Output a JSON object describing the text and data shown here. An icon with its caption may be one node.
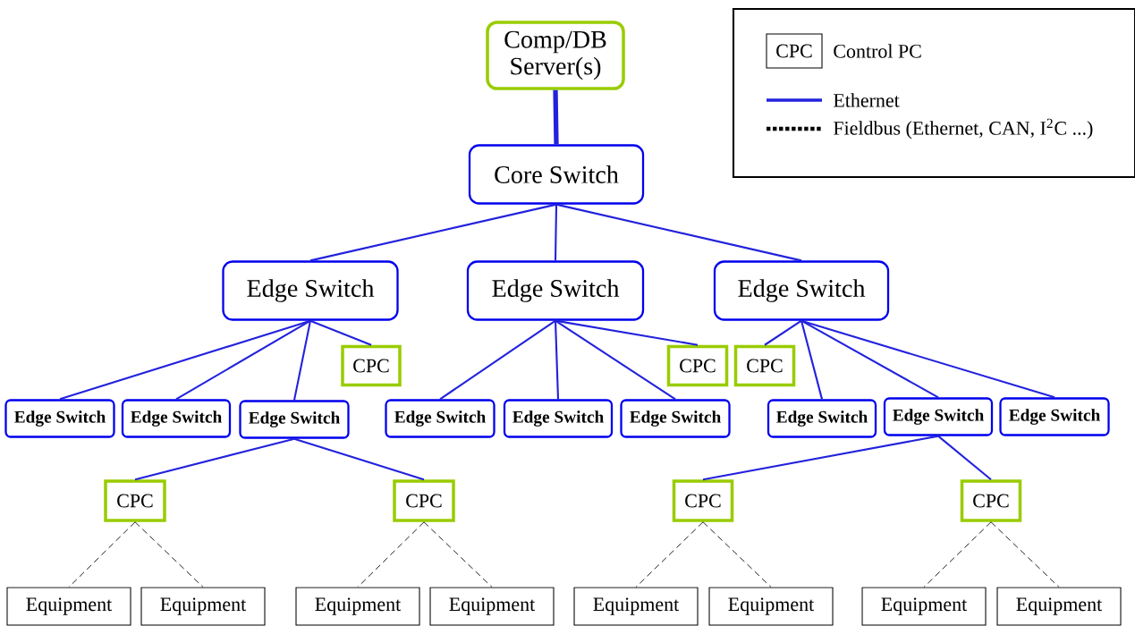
{
  "diagram": {
    "nodes": [
      {
        "text": [
          "Comp/DB Server(s)"
        ]
      },
      {
        "text": [
          "Core Switch"
        ]
      },
      {
        "text": [
          "Edge Switch"
        ]
      },
      {
        "text": [
          "Edge Switch"
        ]
      },
      {
        "text": [
          "Edge Switch"
        ]
      },
      {
        "text": [
          "CPC"
        ]
      },
      {
        "text": [
          "Edge Switch"
        ]
      },
      {
        "text": [
          "Edge Switch"
        ]
      },
      {
        "text": [
          "Edge Switch"
        ]
      },
      {
        "text": [
          "CPC"
        ]
      },
      {
        "text": [
          "Edge Switch"
        ]
      },
      {
        "text": [
          "Edge Switch"
        ]
      },
      {
        "text": [
          "Edge Switch"
        ]
      },
      {
        "text": [
          "CPC"
        ]
      },
      {
        "text": [
          "Edge Switch"
        ]
      },
      {
        "text": [
          "Edge Switch"
        ]
      },
      {
        "text": [
          "Edge Switch"
        ]
      },
      {
        "text": [
          "CPC"
        ]
      },
      {
        "text": [
          "CPC"
        ]
      },
      {
        "text": [
          "CPC"
        ]
      },
      {
        "text": [
          "CPC"
        ]
      },
      {
        "text": [
          "Equipment"
        ]
      },
      {
        "text": [
          "Equipment"
        ]
      },
      {
        "text": [
          "Equipment"
        ]
      },
      {
        "text": [
          "Equipment"
        ]
      },
      {
        "text": [
          "Equipment"
        ]
      },
      {
        "text": [
          "Equipment"
        ]
      },
      {
        "text": [
          "Equipment"
        ]
      },
      {
        "text": [
          "Equipment"
        ]
      }
    ],
    "edges": [
      {
        "from": 0,
        "to": 1,
        "arrow": "none",
        "style": "thick"
      },
      {
        "from": 1,
        "to": 2,
        "arrow": "none"
      },
      {
        "from": 1,
        "to": 3,
        "arrow": "none"
      },
      {
        "from": 1,
        "to": 4,
        "arrow": "none"
      },
      {
        "from": 2,
        "to": 6,
        "arrow": "none"
      },
      {
        "from": 2,
        "to": 7,
        "arrow": "none"
      },
      {
        "from": 2,
        "to": 8,
        "arrow": "none"
      },
      {
        "from": 2,
        "to": 5,
        "arrow": "none"
      },
      {
        "from": 3,
        "to": 10,
        "arrow": "none"
      },
      {
        "from": 3,
        "to": 11,
        "arrow": "none"
      },
      {
        "from": 3,
        "to": 12,
        "arrow": "none"
      },
      {
        "from": 3,
        "to": 9,
        "arrow": "none"
      },
      {
        "from": 4,
        "to": 13,
        "arrow": "none"
      },
      {
        "from": 4,
        "to": 14,
        "arrow": "none"
      },
      {
        "from": 4,
        "to": 15,
        "arrow": "none"
      },
      {
        "from": 4,
        "to": 16,
        "arrow": "none"
      },
      {
        "from": 8,
        "to": 17,
        "arrow": "none"
      },
      {
        "from": 8,
        "to": 18,
        "arrow": "none"
      },
      {
        "from": 15,
        "to": 19,
        "arrow": "none"
      },
      {
        "from": 15,
        "to": 20,
        "arrow": "none"
      },
      {
        "from": 17,
        "to": 21,
        "arrow": "none",
        "style": "dashed",
        "color": "#000000"
      },
      {
        "from": 17,
        "to": 22,
        "arrow": "none",
        "style": "dashed",
        "color": "#000000"
      },
      {
        "from": 18,
        "to": 23,
        "arrow": "none",
        "style": "dashed",
        "color": "#000000"
      },
      {
        "from": 18,
        "to": 24,
        "arrow": "none",
        "style": "dashed",
        "color": "#000000"
      },
      {
        "from": 19,
        "to": 25,
        "arrow": "none",
        "style": "dashed",
        "color": "#000000"
      },
      {
        "from": 19,
        "to": 26,
        "arrow": "none",
        "style": "dashed",
        "color": "#000000"
      },
      {
        "from": 20,
        "to": 27,
        "arrow": "none",
        "style": "dashed",
        "color": "#000000"
      },
      {
        "from": 20,
        "to": 28,
        "arrow": "none",
        "style": "dashed",
        "color": "#000000"
      }
    ],
    "labels": [
      "CPC"
    ],
    "legend": [
      {
        "text": "Control PC"
      },
      {
        "text": "Ethernet"
      },
      {
        "text": "Fieldbus (Ethernet, CAN, I$^{2}$C ...)"
      }
    ]
  }
}
